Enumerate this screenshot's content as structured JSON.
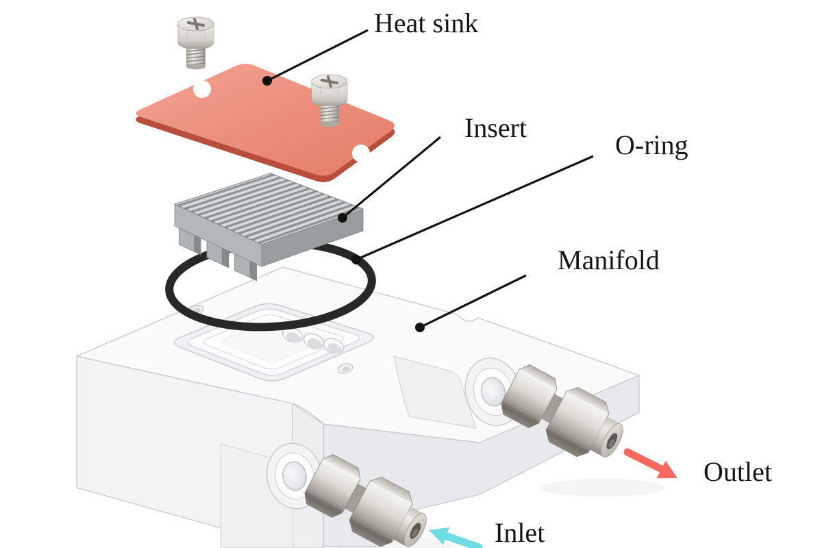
{
  "figure": {
    "kind": "exploded assembly diagram",
    "background": "#ffffff"
  },
  "labels": {
    "heat_sink": "Heat sink",
    "insert": "Insert",
    "o_ring": "O-ring",
    "manifold": "Manifold",
    "outlet": "Outlet",
    "inlet": "Inlet"
  },
  "colors": {
    "heat_sink": "#ec8c7b",
    "heat_sink_edge": "#b84e3b",
    "insert": "#aeb2b5",
    "o_ring": "#282828",
    "manifold": "#f4f5f7",
    "fitting_metal": "#d8d5cf",
    "screw_metal": "#d8d5cf",
    "leader_line": "#111111",
    "label_text": "#161616",
    "outlet_arrow": "#f9695f",
    "inlet_arrow": "#6edce2"
  }
}
